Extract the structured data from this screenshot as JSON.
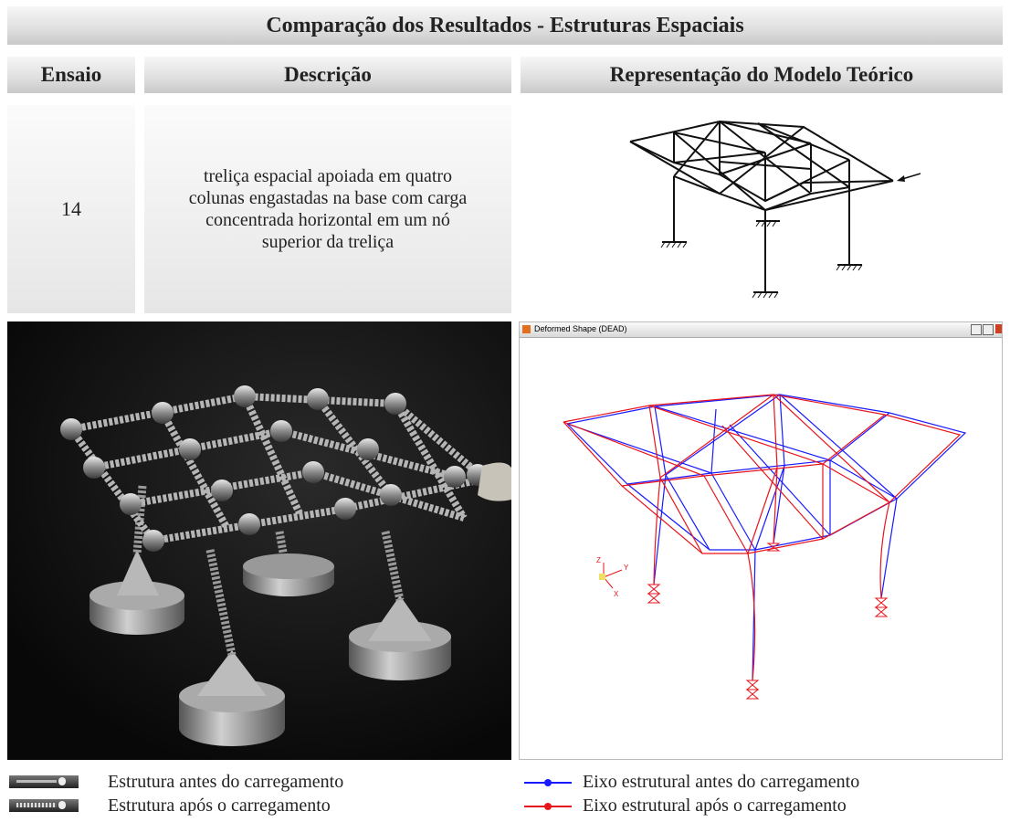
{
  "title": "Comparação dos Resultados - Estruturas Espaciais",
  "columns": {
    "ensaio": "Ensaio",
    "descricao": "Descrição",
    "representacao": "Representação do Modelo Teórico"
  },
  "row": {
    "ensaio": "14",
    "descricao": "treliça espacial apoiada em quatro colunas engastadas na base com carga concentrada horizontal em um nó superior da treliça"
  },
  "software_window": {
    "title": "Deformed Shape (DEAD)",
    "axes": {
      "z": "Z",
      "y": "Y",
      "x": "X"
    }
  },
  "legend": [
    {
      "label": "Estrutura antes do carregamento",
      "icon": "rod-icon"
    },
    {
      "label": "Estrutura após o carregamento",
      "icon": "spring-rod-icon"
    },
    {
      "label": "Eixo estrutural antes do carregamento",
      "color": "#1a1aff"
    },
    {
      "label": "Eixo estrutural após o carregamento",
      "color": "#e8141c"
    }
  ]
}
